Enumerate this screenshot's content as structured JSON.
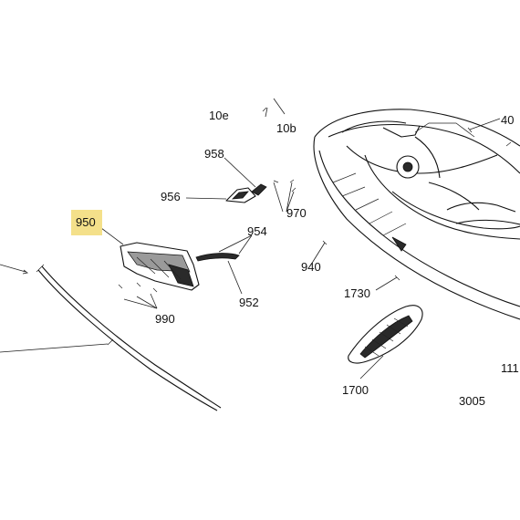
{
  "diagram": {
    "highlight_color": "#f4e08a",
    "labels": {
      "l10e": "10e",
      "l10b": "10b",
      "l40": "40",
      "l958": "958",
      "l956": "956",
      "l970": "970",
      "l950": "950",
      "l954": "954",
      "l940": "940",
      "l1730": "1730",
      "l952": "952",
      "l990": "990",
      "l1700": "1700",
      "l111": "111",
      "l3005": "3005"
    }
  }
}
